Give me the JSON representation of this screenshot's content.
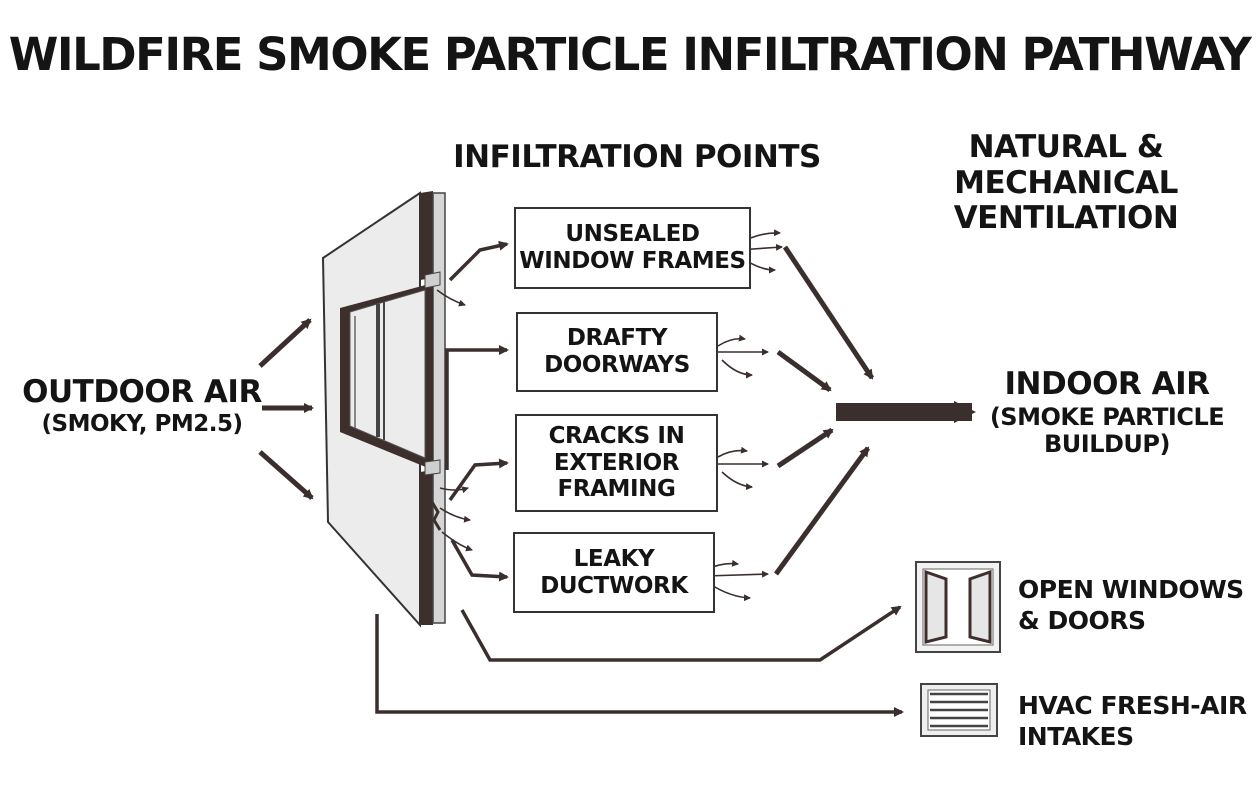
{
  "title": "WILDFIRE SMOKE PARTICLE INFILTRATION PATHWAY",
  "outdoor": {
    "label": "OUTDOOR AIR",
    "sub": "(SMOKY, PM2.5)"
  },
  "infiltration_heading": "INFILTRATION POINTS",
  "ventilation_heading": [
    "NATURAL &",
    "MECHANICAL",
    "VENTILATION"
  ],
  "infiltration_points": [
    {
      "lines": [
        "UNSEALED",
        "WINDOW FRAMES"
      ]
    },
    {
      "lines": [
        "DRAFTY",
        "DOORWAYS"
      ]
    },
    {
      "lines": [
        "CRACKS IN",
        "EXTERIOR",
        "FRAMING"
      ]
    },
    {
      "lines": [
        "LEAKY",
        "DUCTWORK"
      ]
    }
  ],
  "indoor": {
    "label": "INDOOR AIR",
    "sub": [
      "(SMOKE PARTICLE",
      "BUILDUP)"
    ]
  },
  "ventilation_items": [
    {
      "lines": [
        "OPEN WINDOWS",
        "& DOORS"
      ],
      "icon": "open-window-icon"
    },
    {
      "lines": [
        "HVAC FRESH-AIR",
        "INTAKES"
      ],
      "icon": "hvac-vent-icon"
    }
  ],
  "colors": {
    "arrow": "#3a2f2d",
    "wall_face": "#ececec",
    "wall_edge": "#3d2f2c",
    "text": "#141414"
  }
}
